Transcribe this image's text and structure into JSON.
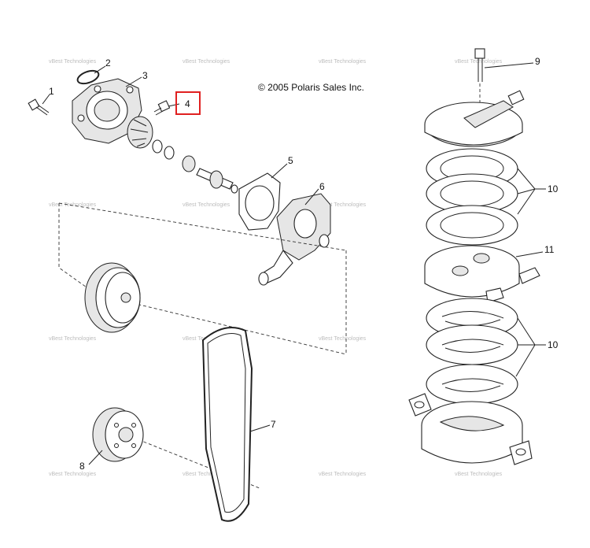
{
  "copyright": "© 2005 Polaris Sales Inc.",
  "watermark": "vBest Technologies",
  "callouts": [
    {
      "id": "1",
      "label": "1"
    },
    {
      "id": "2",
      "label": "2"
    },
    {
      "id": "3",
      "label": "3"
    },
    {
      "id": "4",
      "label": "4",
      "highlighted": true
    },
    {
      "id": "5",
      "label": "5"
    },
    {
      "id": "6",
      "label": "6"
    },
    {
      "id": "7",
      "label": "7"
    },
    {
      "id": "8",
      "label": "8"
    },
    {
      "id": "9",
      "label": "9"
    },
    {
      "id": "10a",
      "label": "10"
    },
    {
      "id": "10b",
      "label": "10"
    },
    {
      "id": "11",
      "label": "11"
    }
  ],
  "highlight_color": "#e02020"
}
